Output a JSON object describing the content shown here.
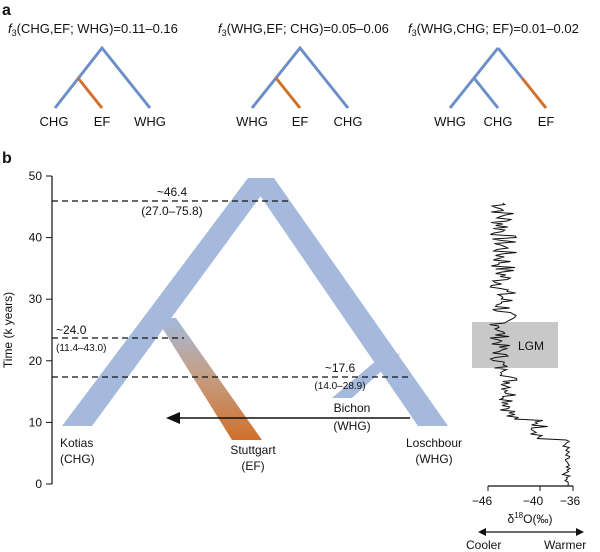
{
  "panel_a": {
    "label": "a",
    "trees": [
      {
        "title_prefix": "f",
        "title_sub": "3",
        "title_rest": "(CHG,EF; WHG)=0.11–0.16",
        "leaves": [
          "CHG",
          "EF",
          "WHG"
        ],
        "highlight_leaf": 1,
        "topology": "left-pair"
      },
      {
        "title_prefix": "f",
        "title_sub": "3",
        "title_rest": "(WHG,EF; CHG)=0.05–0.06",
        "leaves": [
          "WHG",
          "EF",
          "CHG"
        ],
        "highlight_leaf": 1,
        "topology": "left-pair"
      },
      {
        "title_prefix": "f",
        "title_sub": "3",
        "title_rest": "(WHG,CHG; EF)=0.01–0.02",
        "leaves": [
          "WHG",
          "CHG",
          "EF"
        ],
        "highlight_leaf": 2,
        "topology": "left-pair"
      }
    ]
  },
  "panel_b": {
    "label": "b",
    "y_axis": {
      "title": "Time (k years)",
      "ticks": [
        0,
        10,
        20,
        30,
        40,
        50
      ],
      "range": [
        0,
        50
      ]
    },
    "split_events": [
      {
        "time": 46.4,
        "label": "~46.4",
        "ci": "(27.0–75.8)"
      },
      {
        "time": 24.0,
        "label": "~24.0",
        "ci": "(11.4–43.0)"
      },
      {
        "time": 17.6,
        "label": "~17.6",
        "ci": "(14.0–28.9)"
      }
    ],
    "populations": [
      {
        "name": "Kotias",
        "group": "(CHG)"
      },
      {
        "name": "Stuttgart",
        "group": "(EF)"
      },
      {
        "name": "Bichon",
        "group": "(WHG)"
      },
      {
        "name": "Loschbour",
        "group": "(WHG)"
      }
    ],
    "climate": {
      "region_label": "LGM",
      "lgm_range_kyears": [
        19,
        26.5
      ],
      "x_axis_ticks": [
        "−46",
        "−40",
        "−36"
      ],
      "x_axis_title_pre": "δ",
      "x_axis_title_sup": "18",
      "x_axis_title_post": "O(‰)",
      "cooler_label": "Cooler",
      "warmer_label": "Warmer"
    }
  },
  "colors": {
    "branch": "#a4b9dc",
    "tree_line": "#6d8fc7",
    "ef_orange": "#d0702a",
    "lgm_box": "#c8c8c8"
  }
}
